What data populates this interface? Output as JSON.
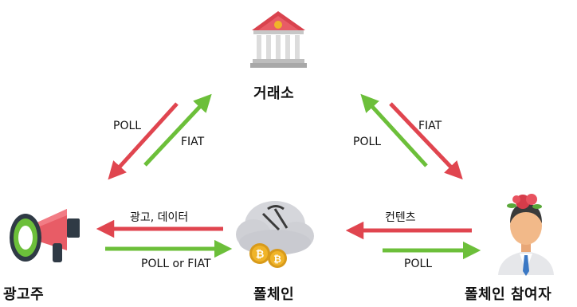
{
  "nodes": {
    "exchange": {
      "label": "거래소",
      "icon": "bank-building-icon"
    },
    "advertiser": {
      "label": "광고주",
      "icon": "megaphone-icon"
    },
    "polechain": {
      "label": "폴체인",
      "icon": "mining-cloud-bitcoin-icon"
    },
    "participant": {
      "label": "폴체인 참여자",
      "icon": "person-with-flower-icon"
    }
  },
  "edges": {
    "advertiser_to_exchange": "POLL",
    "exchange_to_advertiser": "FIAT",
    "exchange_to_participant": "FIAT",
    "participant_to_exchange": "POLL",
    "chain_to_advertiser": "광고, 데이터",
    "advertiser_to_chain": "POLL or FIAT",
    "participant_to_chain": "컨텐츠",
    "chain_to_participant": "POLL"
  },
  "colors": {
    "red_arrow": "#e0454f",
    "green_arrow": "#6cbf3a"
  }
}
